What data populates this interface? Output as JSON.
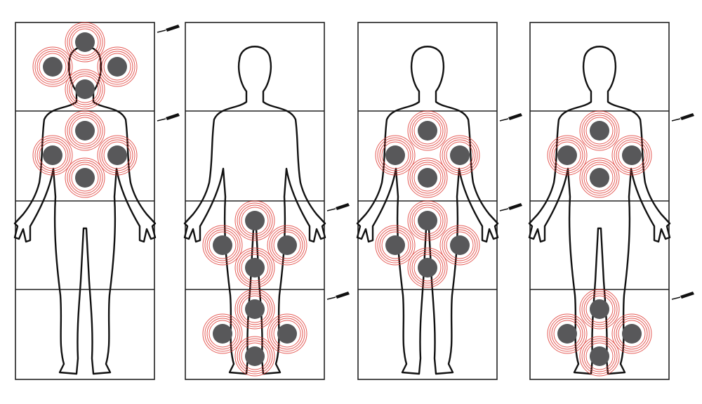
{
  "colors": {
    "outline": "#111111",
    "node_fill": "#58585a",
    "ring": "#e0403a",
    "panel_border": "#222222"
  },
  "zones": [
    "head",
    "torso",
    "thighs",
    "lower-legs"
  ],
  "panels": [
    {
      "id": "panel-1",
      "active_zones": [
        0,
        1
      ]
    },
    {
      "id": "panel-2",
      "active_zones": [
        2,
        3
      ]
    },
    {
      "id": "panel-3",
      "active_zones": [
        1,
        2
      ]
    },
    {
      "id": "panel-4",
      "active_zones": [
        1,
        3
      ]
    }
  ],
  "icons": {
    "connector": "plug-connector-icon",
    "node": "electrode-node-icon"
  }
}
